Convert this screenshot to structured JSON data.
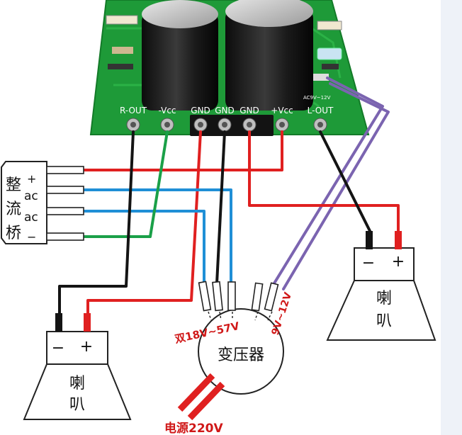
{
  "board": {
    "terminals": [
      "R-OUT",
      "-Vcc",
      "GND",
      "GND",
      "GND",
      "+Vcc",
      "L-OUT"
    ],
    "small_label": "AC9V~12V"
  },
  "rectifier": {
    "chars": [
      "整",
      "流",
      "桥"
    ],
    "pins": [
      "+",
      "ac",
      "ac",
      "−"
    ]
  },
  "speaker_left": {
    "chars": [
      "喇",
      "叭"
    ],
    "minus": "−",
    "plus": "+"
  },
  "speaker_right": {
    "chars": [
      "喇",
      "叭"
    ],
    "minus": "−",
    "plus": "+"
  },
  "transformer": {
    "title": "变压器",
    "secondary_main": "双18V~57V",
    "secondary_aux": "9V~12V",
    "mains": "电源220V"
  },
  "colors": {
    "board_green": "#1e9a38",
    "wire_red": "#e02020",
    "wire_blue": "#1f8fd6",
    "wire_green": "#1aa048",
    "wire_black": "#141414",
    "wire_purple": "#7b64b0",
    "label_red": "#d01818"
  }
}
